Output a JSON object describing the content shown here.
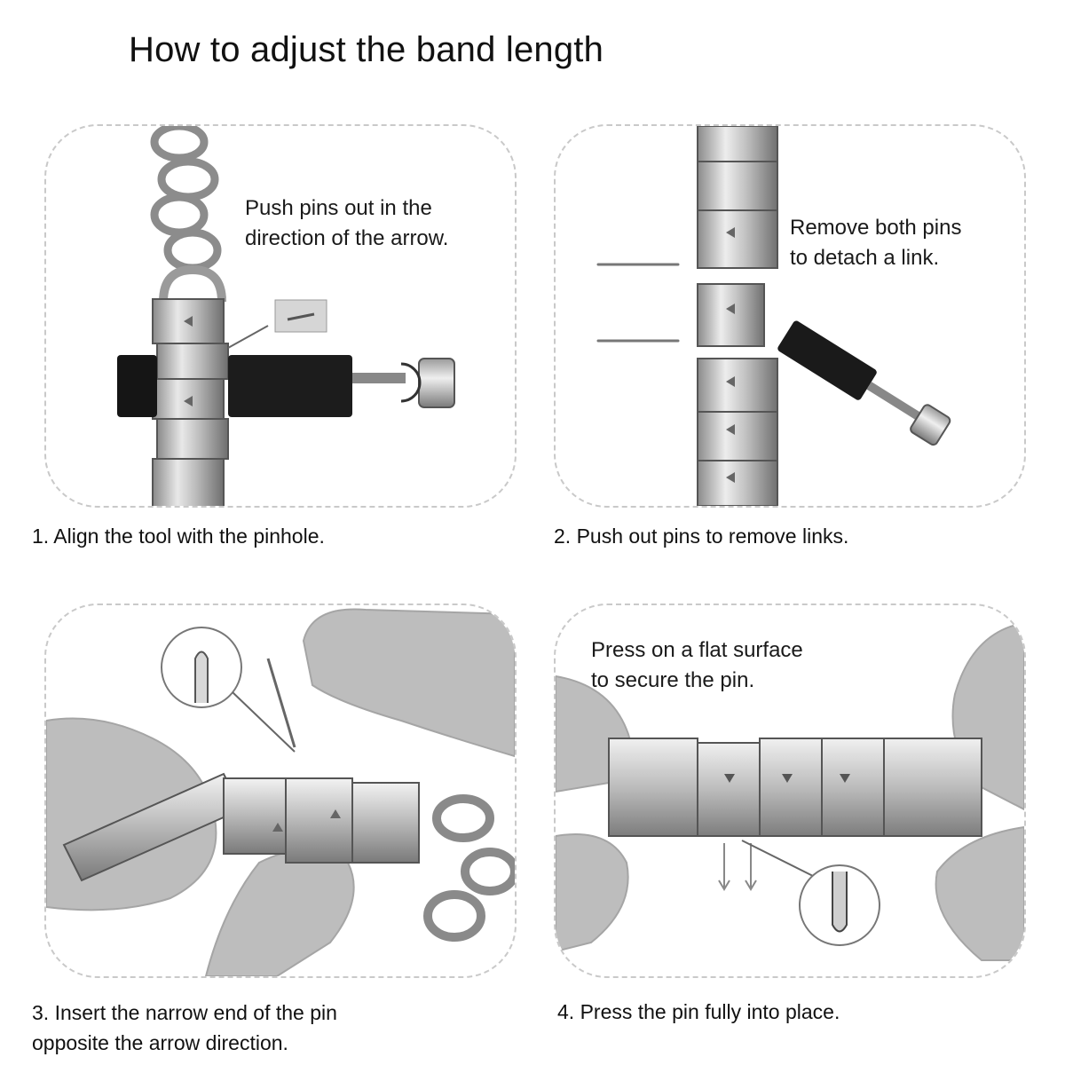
{
  "title": "How to adjust the band length",
  "steps": [
    {
      "caption": "1. Align the tool with the pinhole.",
      "note_line1": "Push pins out in the",
      "note_line2": "direction of the arrow."
    },
    {
      "caption": "2. Push out pins to remove links.",
      "note_line1": "Remove both pins",
      "note_line2": "to detach a link."
    },
    {
      "caption_line1": "3. Insert the narrow end of the pin",
      "caption_line2": "opposite the arrow direction."
    },
    {
      "caption": "4. Press the pin fully into place.",
      "note_line1": "Press on a flat surface",
      "note_line2": "to secure the pin."
    }
  ]
}
